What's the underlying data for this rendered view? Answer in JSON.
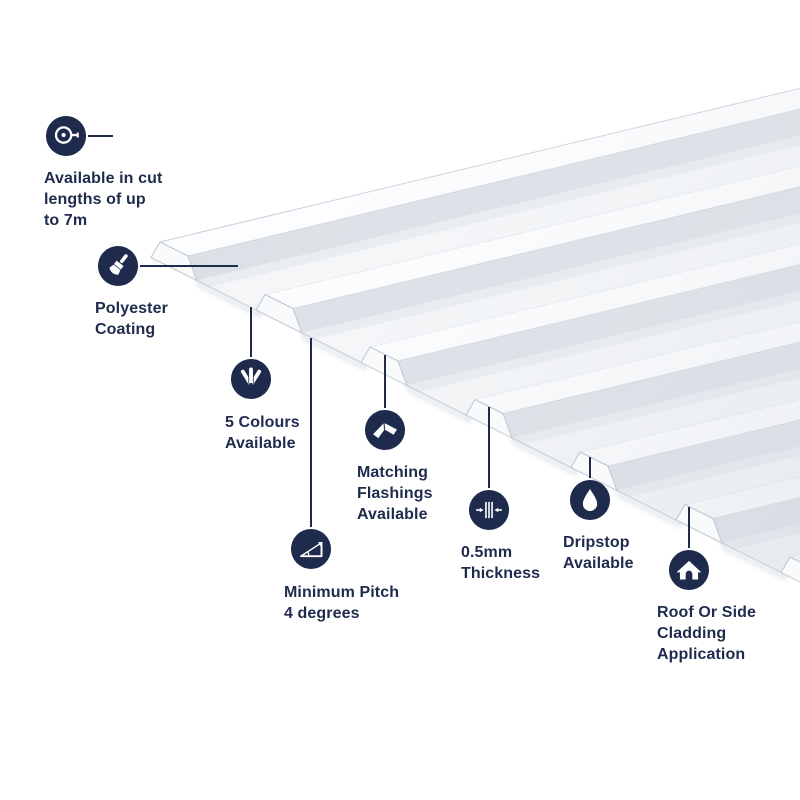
{
  "colors": {
    "accent": "#1e2b4d",
    "text": "#1e2b4d",
    "callout_line": "#1e2b4d",
    "sheet_outline": "#c4cbd4"
  },
  "illustration": {
    "name": "box-profile-roofing-sheet",
    "sheet_color": "#ffffff",
    "style": "white box profile cladding sheet in perspective with callout lines"
  },
  "features": [
    {
      "id": "cut-lengths",
      "icon": "tape-measure-icon",
      "label": "Available in cut\nlengths of up\nto 7m"
    },
    {
      "id": "polyester-coating",
      "icon": "paintbrush-icon",
      "label": "Polyester\nCoating"
    },
    {
      "id": "five-colours",
      "icon": "colour-fan-icon",
      "label": "5 Colours\nAvailable"
    },
    {
      "id": "matching-flashings",
      "icon": "flashing-sheet-icon",
      "label": "Matching\nFlashings\nAvailable"
    },
    {
      "id": "minimum-pitch",
      "icon": "pitch-angle-icon",
      "label": "Minimum Pitch\n4 degrees"
    },
    {
      "id": "thickness",
      "icon": "thickness-gauge-icon",
      "label": "0.5mm\nThickness"
    },
    {
      "id": "dripstop",
      "icon": "water-droplet-icon",
      "label": "Dripstop\nAvailable"
    },
    {
      "id": "cladding-application",
      "icon": "house-icon",
      "label": "Roof Or Side\nCladding\nApplication"
    }
  ]
}
